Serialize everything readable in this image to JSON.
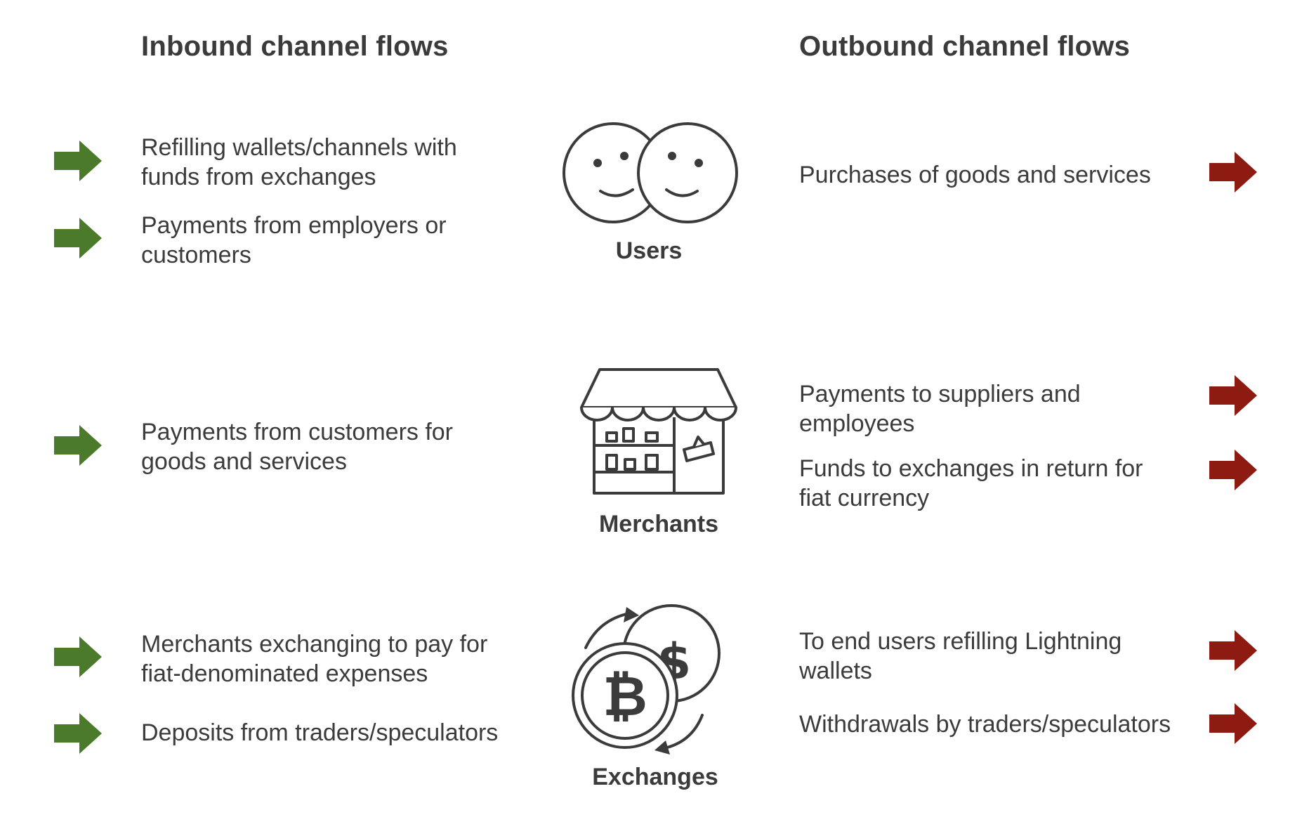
{
  "headings": {
    "inbound": "Inbound channel flows",
    "outbound": "Outbound channel flows"
  },
  "colors": {
    "inbound_arrow": "#4b7a2b",
    "outbound_arrow": "#8e1b12",
    "text": "#3b3b3b"
  },
  "groups": [
    {
      "label": "Users",
      "icon": "users-icon",
      "inbound": [
        "Refilling wallets/channels with funds from exchanges",
        "Payments from employers or customers"
      ],
      "outbound": [
        "Purchases of goods and services"
      ]
    },
    {
      "label": "Merchants",
      "icon": "storefront-icon",
      "inbound": [
        "Payments from customers for goods and services"
      ],
      "outbound": [
        "Payments to suppliers and employees",
        "Funds to exchanges in return for fiat currency"
      ]
    },
    {
      "label": "Exchanges",
      "icon": "bitcoin-dollar-exchange-icon",
      "inbound": [
        "Merchants exchanging to pay for fiat-denominated expenses",
        "Deposits from traders/speculators"
      ],
      "outbound": [
        "To end users refilling Lightning wallets",
        "Withdrawals by traders/speculators"
      ]
    }
  ]
}
